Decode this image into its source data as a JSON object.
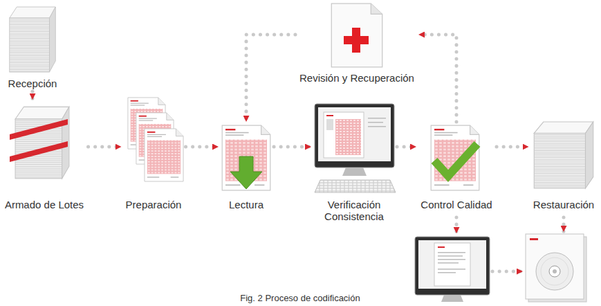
{
  "diagram": {
    "caption": "Fig. 2 Proceso de codificación",
    "nodes": [
      {
        "text": [
          "Recepción"
        ]
      },
      {
        "text": [
          "Armado de Lotes"
        ]
      },
      {
        "text": [
          "Preparación"
        ]
      },
      {
        "text": [
          "Lectura"
        ]
      },
      {
        "text": [
          "Verificación Consistencia"
        ]
      },
      {
        "text": [
          "Control Calidad"
        ]
      },
      {
        "text": [
          "Restauración"
        ]
      },
      {
        "text": [
          "Revisión y Recuperación"
        ]
      }
    ],
    "edges": [
      {
        "from": 0,
        "to": 1,
        "arrow": "to"
      },
      {
        "from": 1,
        "to": 2,
        "arrow": "to"
      },
      {
        "from": 2,
        "to": 3,
        "arrow": "to"
      },
      {
        "from": 3,
        "to": 4,
        "arrow": "to"
      },
      {
        "from": 4,
        "to": 5,
        "arrow": "to"
      },
      {
        "from": 5,
        "to": 6,
        "arrow": "to"
      },
      {
        "from": 5,
        "to": 7,
        "arrow": "to"
      },
      {
        "from": 7,
        "to": 3,
        "arrow": "to"
      }
    ]
  }
}
